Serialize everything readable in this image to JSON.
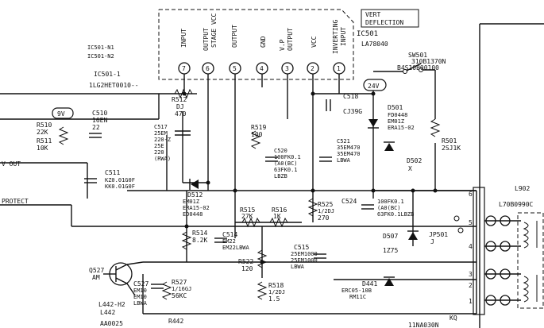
{
  "ic": {
    "pins": [
      {
        "num": "7",
        "name": "INPUT"
      },
      {
        "num": "6",
        "name": "OUTPUT STAGE VCC"
      },
      {
        "num": "5",
        "name": "OUTPUT"
      },
      {
        "num": "4",
        "name": "GND"
      },
      {
        "num": "3",
        "name": "V.P OUTPUT"
      },
      {
        "num": "2",
        "name": "VCC"
      },
      {
        "num": "1",
        "name": "INVERTING INPUT"
      }
    ],
    "block_title": [
      "VERT",
      "DEFLECTION"
    ],
    "ref": "IC501",
    "part": "LA78040",
    "subunit_ref": "IC501-1",
    "subunit_part": "1LG2HET0010--",
    "notes": [
      "IC501-N1",
      "IC501-N2"
    ]
  },
  "supplies": {
    "v9": "9V",
    "v24": "24V"
  },
  "nets": {
    "v_out": "V OUT",
    "protect": "PROTECT"
  },
  "components": {
    "R512": [
      "R512",
      "DJ",
      "470"
    ],
    "C510": [
      "C510",
      "16EN",
      "22"
    ],
    "R510": [
      "R510",
      "22K"
    ],
    "R511": [
      "R511",
      "10K"
    ],
    "C517": [
      "C517",
      "25EM",
      "220-Z",
      "25E",
      "220",
      "(RWA)"
    ],
    "R519": [
      "R519",
      "100"
    ],
    "C520": [
      "C520",
      "100FK0.1",
      "(A0(BC)",
      "63FK0.1",
      "LBZB"
    ],
    "C518": [
      "C518",
      "CJ39G"
    ],
    "C521": [
      "C521",
      "35EM470",
      "35EM470",
      "LBWA"
    ],
    "D501": [
      "D501",
      "FD0448",
      "EM01Z",
      "ERA15-02"
    ],
    "R501": [
      "R501",
      "2SJ1K"
    ],
    "D502": [
      "D502",
      "X"
    ],
    "SW501": [
      "SW501",
      "310B1370N",
      "B4S10B00100"
    ],
    "C511": [
      "C511",
      "KZ0.01G0F",
      "KK0.01G0F"
    ],
    "D512": [
      "D512",
      "EM01Z",
      "ERA15-02",
      "ED0448"
    ],
    "R515": [
      "R515",
      "27K"
    ],
    "R516": [
      "R516",
      "1K"
    ],
    "R525": [
      "R525",
      "1/2DJ",
      "270"
    ],
    "C524": [
      "C524"
    ],
    "C524_val": [
      "100FK0.1",
      "(A0(BC)",
      "63FK0.1LBZB"
    ],
    "R514": [
      "R514",
      "8.2K"
    ],
    "C514": [
      "C514",
      "EM22",
      "EM22LBWA"
    ],
    "C515": [
      "C515",
      "25EM1000",
      "25EM1000",
      "LBWA"
    ],
    "R522": [
      "R522",
      "120"
    ],
    "R518": [
      "R518",
      "1/2DJ",
      "1.5"
    ],
    "D507": [
      "D507",
      "1Z75"
    ],
    "JP501": [
      "JP501",
      "J"
    ],
    "Q527": [
      "Q527",
      "AM"
    ],
    "C527": [
      "C527",
      "EM10",
      "EM10",
      "LBWA"
    ],
    "R527": [
      "R527",
      "1/16GJ",
      "56KC"
    ],
    "L442": [
      "L442-H2",
      "L442",
      "AA0025"
    ],
    "R442": [
      "R442"
    ],
    "D441": [
      "D441",
      "ERC05-10B",
      "RM11C"
    ],
    "L902": [
      "L902",
      "L70B0990C"
    ],
    "KQ": [
      "KQ",
      "11NA030N"
    ]
  },
  "connector_pins": [
    "6",
    "5",
    "4",
    "3",
    "2",
    "1"
  ]
}
